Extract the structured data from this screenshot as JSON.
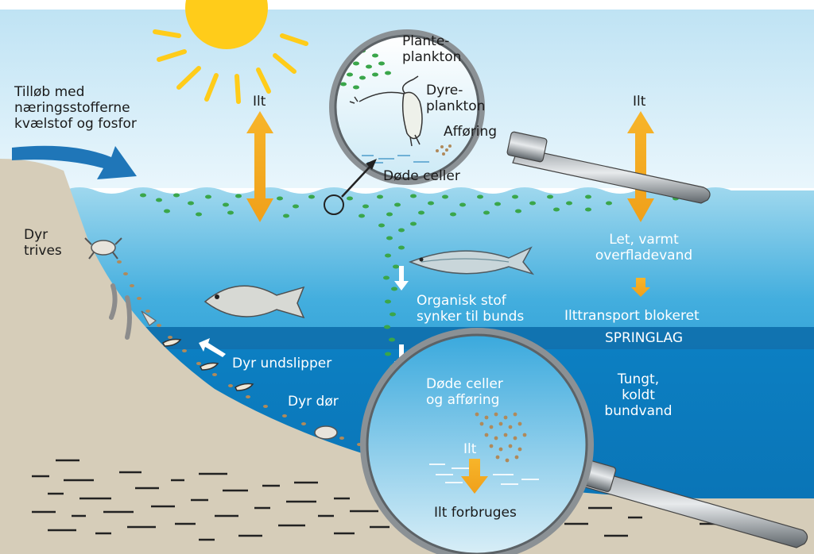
{
  "colors": {
    "sky_top": "#c4e6f5",
    "water_surface": "#7fcbe8",
    "water_deep": "#0079bd",
    "springlag": "#0a6aa8",
    "seabed": "#d5ccb8",
    "sun": "#ffcc1a",
    "arrow_oxygen": "#f3a51d",
    "plankton": "#3aa64a",
    "debris": "#b08a5a",
    "inflow_arrow": "#1f76b8"
  },
  "labels": {
    "inflow": "Tilløb med\nnæringsstofferne\nkvælstof og fosfor",
    "oxygen_left": "Ilt",
    "oxygen_right": "Ilt",
    "animals_thrive": "Dyr\ntrives",
    "plant_plankton": "Plante-\nplankton",
    "animal_plankton": "Dyre-\nplankton",
    "faeces": "Afføring",
    "dead_cells_top": "Døde celler",
    "warm_water": "Let, varmt\noverfladevand",
    "organic_sinks": "Organisk stof\nsynker til bunds",
    "oxygen_blocked": "Ilttransport blokeret",
    "springlag": "SPRINGLAG",
    "animals_escape": "Dyr undslipper",
    "animals_die": "Dyr dør",
    "dead_cells_bottom": "Døde celler\nog afføring",
    "cold_water": "Tungt,\nkoldt\nbundvand",
    "oxygen_bottom": "Ilt",
    "oxygen_consumed": "Ilt forbruges"
  },
  "icons": [
    "sun-icon",
    "magnifier-top-icon",
    "magnifier-bottom-icon",
    "fish-herring-icon",
    "fish-flatfish-icon",
    "crab-icon",
    "worm-icon",
    "shrimp-icon",
    "zooplankton-icon"
  ]
}
